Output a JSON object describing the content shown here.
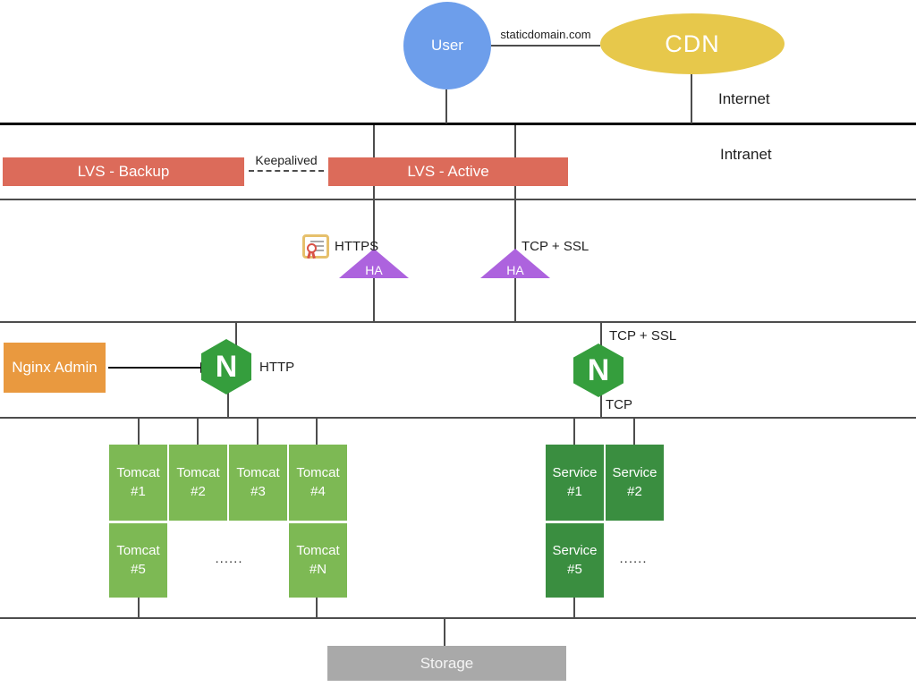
{
  "internet_zone": {
    "label": "Internet",
    "user_label": "User",
    "cdn_label": "CDN",
    "link_label": "staticdomain.com"
  },
  "intranet_zone": {
    "label": "Intranet"
  },
  "lvs_layer": {
    "backup_label": "LVS - Backup",
    "active_label": "LVS - Active",
    "keepalived_label": "Keepalived"
  },
  "ssl_layer": {
    "https_label": "HTTPS",
    "tcp_ssl_label": "TCP + SSL",
    "ha_left_label": "HA",
    "ha_right_label": "HA"
  },
  "proxy_layer": {
    "admin_label": "Nginx Admin",
    "nginx_letter": "N",
    "http_label": "HTTP",
    "tcp_ssl_label": "TCP + SSL",
    "tcp_label": "TCP"
  },
  "app_layer": {
    "tomcats": [
      {
        "name": "Tomcat",
        "num": "#1"
      },
      {
        "name": "Tomcat",
        "num": "#2"
      },
      {
        "name": "Tomcat",
        "num": "#3"
      },
      {
        "name": "Tomcat",
        "num": "#4"
      },
      {
        "name": "Tomcat",
        "num": "#5"
      },
      {
        "name": "Tomcat",
        "num": "#N"
      }
    ],
    "tomcat_more": "......",
    "services": [
      {
        "name": "Service",
        "num": "#1"
      },
      {
        "name": "Service",
        "num": "#2"
      },
      {
        "name": "Service",
        "num": "#5"
      }
    ],
    "service_more": "......"
  },
  "storage_layer": {
    "label": "Storage"
  },
  "colors": {
    "user_blue": "#6d9eeb",
    "cdn_yellow": "#e7c84b",
    "lvs_red": "#dc6b5a",
    "ha_purple": "#ad63de",
    "admin_orange": "#e9993f",
    "nginx_green": "#359e3d",
    "tomcat_green": "#7db954",
    "service_green": "#3a8e40",
    "storage_gray": "#a9a9a9",
    "line_gray": "#4d4d4d",
    "divider_black": "#000000"
  }
}
